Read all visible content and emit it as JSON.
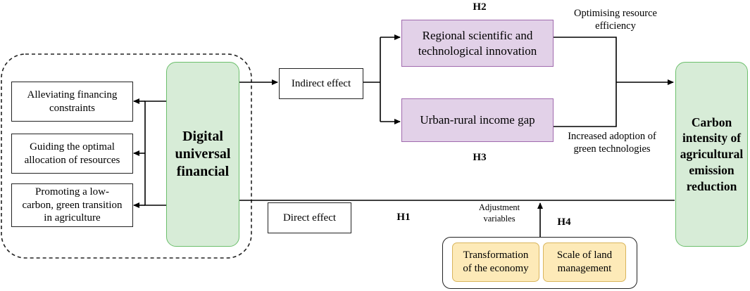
{
  "colors": {
    "green_fill": "#d7ecd7",
    "green_border": "#6cbf6c",
    "purple_fill": "#e2d1e8",
    "purple_border": "#a06aae",
    "yellow_fill": "#fdeab8",
    "yellow_border": "#d9b55c",
    "line": "#000000"
  },
  "left_group": {
    "mechanisms": [
      "Alleviating financing\nconstraints",
      "Guiding the optimal\nallocation of resources",
      "Promoting a low-\ncarbon, green transition\nin agriculture"
    ],
    "core": "Digital\nuniversal\nfinancial"
  },
  "indirect_effect": "Indirect effect",
  "direct_effect": "Direct effect",
  "mediators": {
    "top": "Regional scientific and\ntechnological innovation",
    "bottom": "Urban-rural income gap"
  },
  "annotations": {
    "top_right": "Optimising resource\nefficiency",
    "bottom_right": "Increased adoption of\ngreen technologies",
    "adjustment": "Adjustment\nvariables"
  },
  "hypotheses": {
    "h1": "H1",
    "h2": "H2",
    "h3": "H3",
    "h4": "H4"
  },
  "outcome": "Carbon\nintensity of\nagricultural\nemission\nreduction",
  "moderators": [
    "Transformation\nof the economy",
    "Scale of land\nmanagement"
  ]
}
